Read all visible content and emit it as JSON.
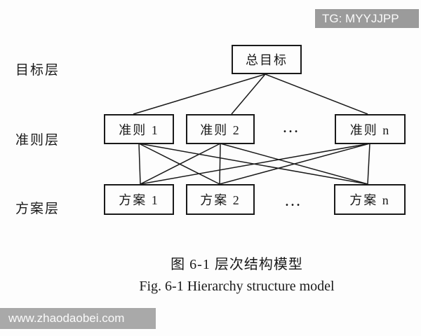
{
  "watermarks": {
    "tg_badge": "TG: MYYJJPP",
    "site_badge": "www.zhaodaobei.com"
  },
  "layer_labels": {
    "goal": "目标层",
    "criteria": "准则层",
    "alternatives": "方案层"
  },
  "nodes": {
    "goal": "总目标",
    "c1": "准则 1",
    "c2": "准则 2",
    "cn": "准则 n",
    "a1": "方案 1",
    "a2": "方案 2",
    "an": "方案 n"
  },
  "ellipsis": {
    "criteria": "…",
    "alternatives": "…"
  },
  "edges": [
    {
      "from": "goal",
      "to": "c1"
    },
    {
      "from": "goal",
      "to": "c2"
    },
    {
      "from": "goal",
      "to": "cn"
    },
    {
      "from": "c1",
      "to": "a1"
    },
    {
      "from": "c1",
      "to": "a2"
    },
    {
      "from": "c1",
      "to": "an"
    },
    {
      "from": "c2",
      "to": "a1"
    },
    {
      "from": "c2",
      "to": "a2"
    },
    {
      "from": "c2",
      "to": "an"
    },
    {
      "from": "cn",
      "to": "a1"
    },
    {
      "from": "cn",
      "to": "a2"
    },
    {
      "from": "cn",
      "to": "an"
    }
  ],
  "captions": {
    "zh": "图 6-1 层次结构模型",
    "en": "Fig. 6-1 Hierarchy structure model"
  },
  "colors": {
    "line": "#1a1a1a",
    "tg_badge_bg": "#9b9b9b",
    "site_badge_bg": "#a9a9a9",
    "badge_text": "#fafafa",
    "background": "#fdfdfd"
  }
}
